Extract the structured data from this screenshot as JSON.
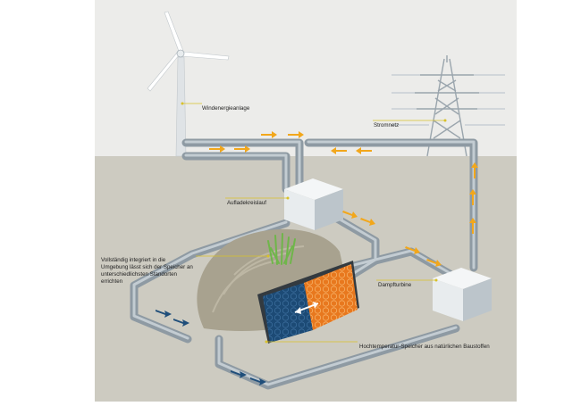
{
  "labels": {
    "wind_turbine": "Windenergieanlage",
    "power_grid": "Stromnetz",
    "charging_circuit": "Aufladekreislauf",
    "integrated_note": "Vollständig integriert in die Umgebung lässt sich der Speicher an unterschiedlichsten Standorten errichten",
    "steam_turbine": "Dampfturbine",
    "high_temp_storage": "Hochtemperatur-Speicher aus natürlichen Baustoffen"
  },
  "colors": {
    "sky": "#ececea",
    "ground": "#cdcbc1",
    "pipe": "#8e9aa3",
    "pipe_highlight": "#c3ccd2",
    "box_front": "#e8ecee",
    "box_side": "#bcc5cb",
    "arrow_warm": "#f2a71b",
    "arrow_cold": "#1f4e7a",
    "storage_hot": "#e8781e",
    "storage_cold": "#1c4a75",
    "leader_line": "#d8c12a",
    "mound": "#a8a28f",
    "grass": "#6fb64a"
  },
  "icons": {
    "wind_turbine": "wind-turbine-icon",
    "pylon": "power-pylon-icon"
  }
}
